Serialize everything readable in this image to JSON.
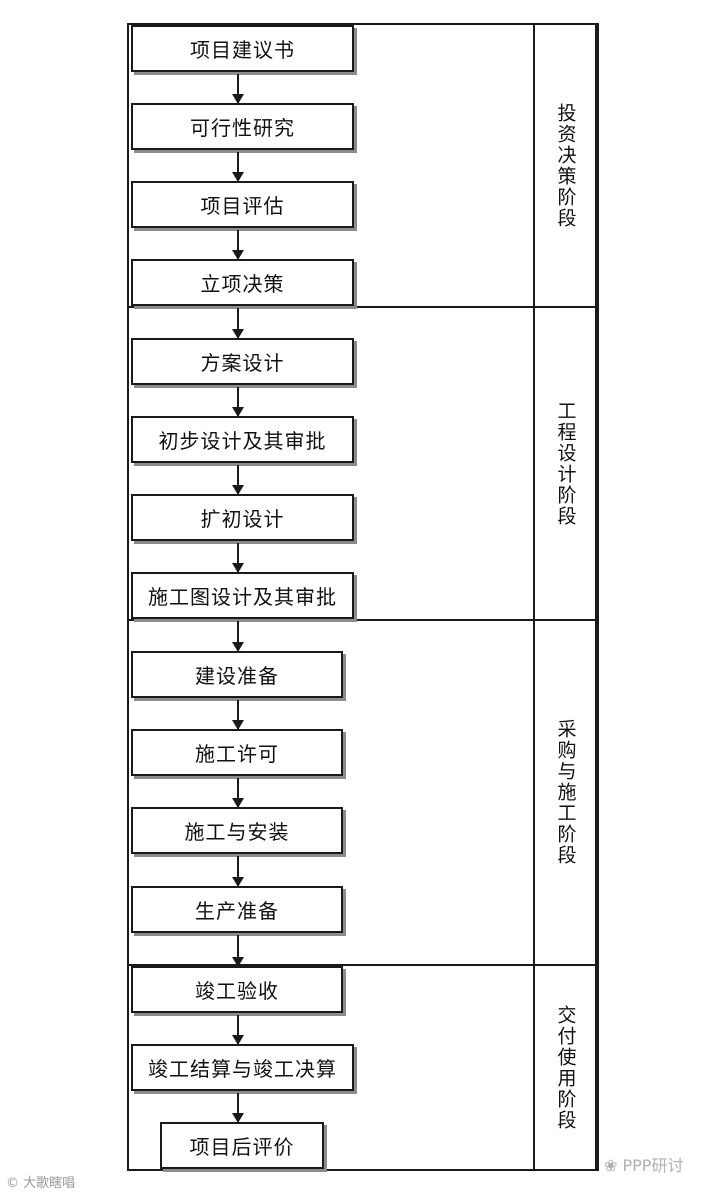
{
  "phases": [
    {
      "label": "投资决策阶段"
    },
    {
      "label": "工程设计阶段"
    },
    {
      "label": "采购与施工阶段"
    },
    {
      "label": "交付使用阶段"
    }
  ],
  "steps": [
    {
      "label": "项目建议书"
    },
    {
      "label": "可行性研究"
    },
    {
      "label": "项目评估"
    },
    {
      "label": "立项决策"
    },
    {
      "label": "方案设计"
    },
    {
      "label": "初步设计及其审批"
    },
    {
      "label": "扩初设计"
    },
    {
      "label": "施工图设计及其审批"
    },
    {
      "label": "建设准备"
    },
    {
      "label": "施工许可"
    },
    {
      "label": "施工与安装"
    },
    {
      "label": "生产准备"
    },
    {
      "label": "竣工验收"
    },
    {
      "label": "竣工结算与竣工决算"
    },
    {
      "label": "项目后评价"
    }
  ],
  "watermarks": {
    "left": "© 大歌瞎唱",
    "right": "❀ PPP研讨"
  }
}
